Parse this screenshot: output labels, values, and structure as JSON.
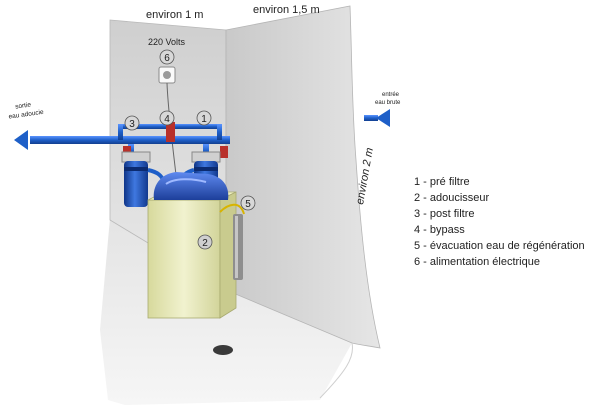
{
  "dimensions": {
    "width_top": "environ 1 m",
    "depth_top": "environ 1,5 m",
    "height_right": "environ 2 m"
  },
  "labels": {
    "power": "220 Volts",
    "outlet_left": [
      "sortie",
      "eau adoucie"
    ],
    "inlet_right": [
      "entrée",
      "eau brute"
    ]
  },
  "markers": [
    "1",
    "2",
    "3",
    "4",
    "5",
    "6"
  ],
  "legend": [
    "1 - pré filtre",
    "2 - adoucisseur",
    "3 - post filtre",
    "4 - bypass",
    "5 - évacuation eau de régénération",
    "6 - alimentation électrique"
  ],
  "colors": {
    "wall": "#dcdcdc",
    "floor": "#ececec",
    "pipe": "#1e5fc8",
    "filter_blue": "#1c4fb0",
    "softener_body": "#e8eab8",
    "softener_lid": "#2a55b8",
    "valve_red": "#b8302a"
  }
}
